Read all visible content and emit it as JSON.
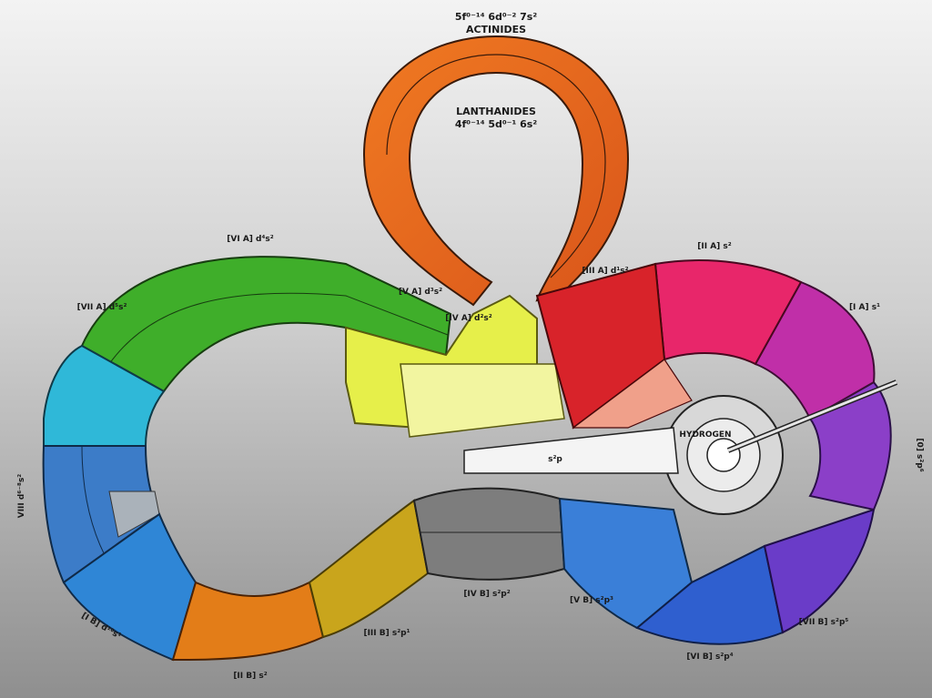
{
  "labels": {
    "actinides_config": "5f⁰⁻¹⁴ 6d⁰⁻² 7s²",
    "actinides": "ACTINIDES",
    "lanthanides": "LANTHANIDES",
    "lanthanides_config": "4f⁰⁻¹⁴ 5d⁰⁻¹ 6s²",
    "group_VI_A": "[VI A] d⁴s²",
    "group_V_A": "[V A] d³s²",
    "group_IV_A": "[IV A] d²s²",
    "group_III_A": "[III A] d¹s²",
    "group_II_A": "[II A] s²",
    "group_I_A": "[I A] s¹",
    "group_VII_A": "[VII A] d⁵s²",
    "group_VIII": "VIII d⁶⁻⁸s²",
    "group_0": "[0] s²p⁶",
    "group_IB": "[I B] d¹⁰s¹",
    "group_IIB": "[II B] s²",
    "group_IIIB": "[III B] s²p¹",
    "group_IVB": "[IV B] s²p²",
    "group_VB": "[V B] s²p³",
    "group_VIB": "[VI B] s²p⁴",
    "group_VIIB": "[VII B] s²p⁵",
    "hydrogen": "HYDROGEN",
    "s2p": "s²p"
  },
  "colors": {
    "actinides": "#e8641a",
    "group_VI_A": "#3fae2a",
    "group_V_A": "#e6ef4a",
    "group_VII_A": "#2fb8d8",
    "group_VIII": "#3c7cc8",
    "group_IB": "#2f86d6",
    "group_IIB": "#e37d18",
    "group_IIIB": "#c9a51c",
    "group_IVB": "#7d7d7d",
    "group_VB": "#3a7fd8",
    "group_VIB": "#2f5fcf",
    "group_VIIB": "#6a3cc8",
    "group_0": "#8b3fc8",
    "group_I_A": "#c02fa8",
    "group_II_A": "#e8266a",
    "group_III_A": "#d8232a"
  }
}
